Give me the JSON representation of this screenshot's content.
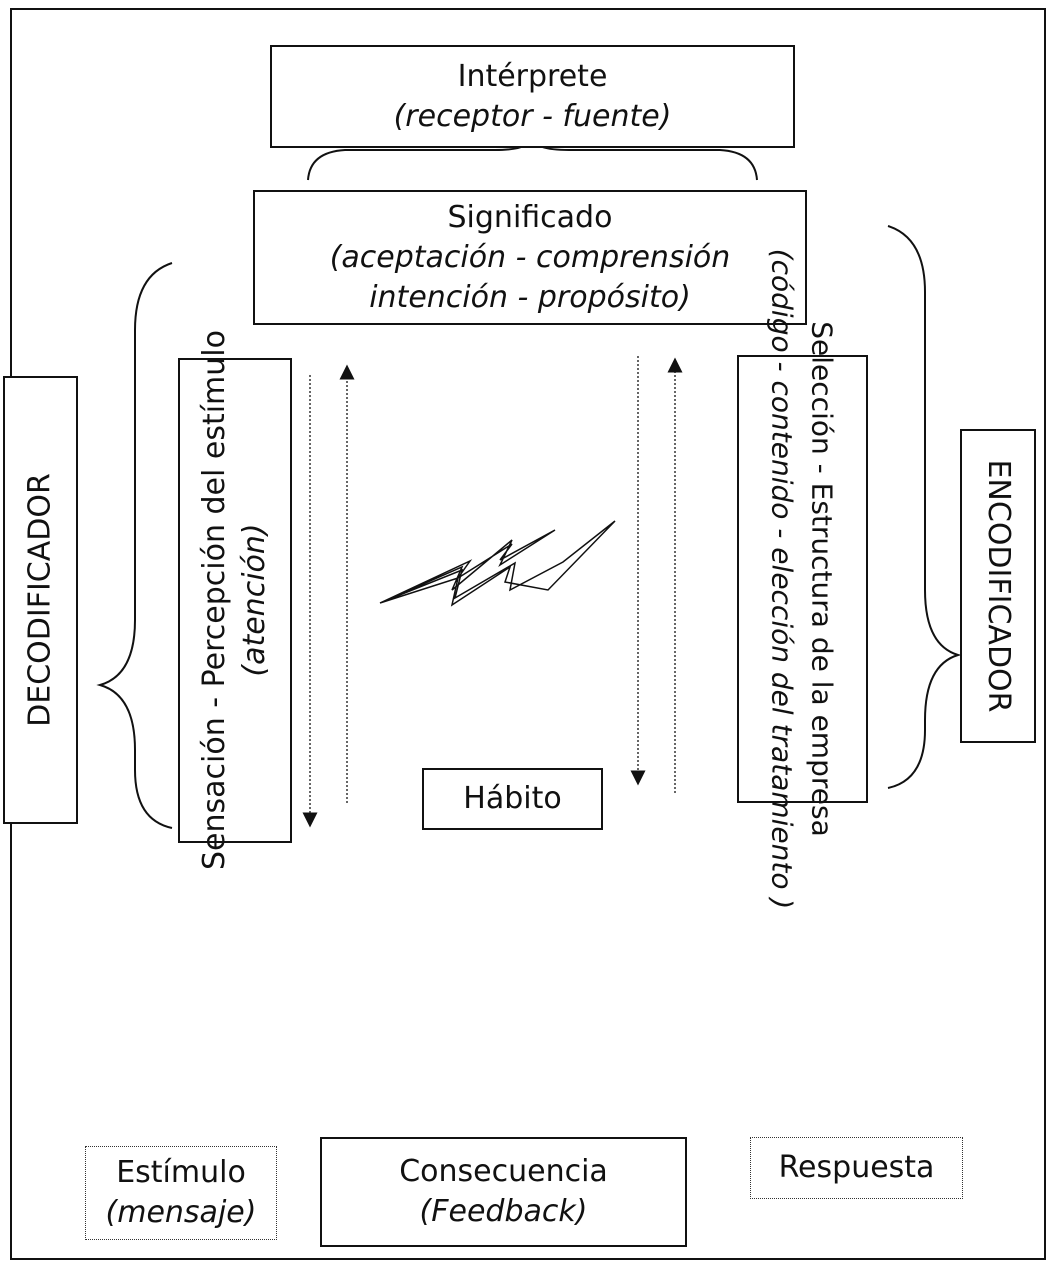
{
  "interprete": {
    "title": "Intérprete",
    "subtitle": "(receptor - fuente)"
  },
  "significado": {
    "title": "Significado",
    "line1": "(aceptación - comprensión",
    "line2": "intención - propósito)"
  },
  "decodificador": {
    "label": "DECODIFICADOR"
  },
  "encodificador": {
    "label": "ENCODIFICADOR"
  },
  "sensacion": {
    "line1": "Sensación - Percepción del estímulo",
    "line2": "(atención)"
  },
  "seleccion": {
    "line1": "Selección - Estructura de la empresa",
    "line2": "(código - contenido - elección del tratamiento )"
  },
  "habito": {
    "label": "Hábito"
  },
  "estimulo": {
    "title": "Estímulo",
    "subtitle": "(mensaje)"
  },
  "consecuencia": {
    "title": "Consecuencia",
    "subtitle": "(Feedback)"
  },
  "respuesta": {
    "label": "Respuesta"
  }
}
